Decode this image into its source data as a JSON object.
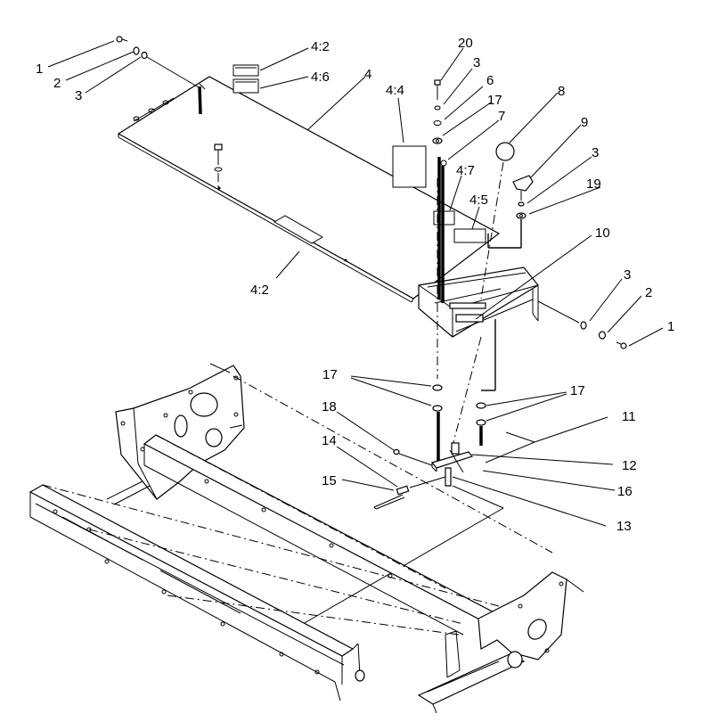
{
  "callouts": {
    "c1_left": "1",
    "c2_left": "2",
    "c3_left": "3",
    "c4_2_top": "4:2",
    "c4_6": "4:6",
    "c4": "4",
    "c4_4": "4:4",
    "c20": "20",
    "c3_top": "3",
    "c6": "6",
    "c17_top": "17",
    "c7": "7",
    "c8": "8",
    "c9": "9",
    "c3_right_top": "3",
    "c19": "19",
    "c4_7": "4:7",
    "c4_5": "4:5",
    "c10": "10",
    "c4_2_bottom": "4:2",
    "c3_right": "3",
    "c2_right": "2",
    "c1_right": "1",
    "c17_left": "17",
    "c17_right": "17",
    "c18": "18",
    "c11": "11",
    "c14": "14",
    "c12": "12",
    "c15": "15",
    "c16": "16",
    "c13": "13"
  }
}
